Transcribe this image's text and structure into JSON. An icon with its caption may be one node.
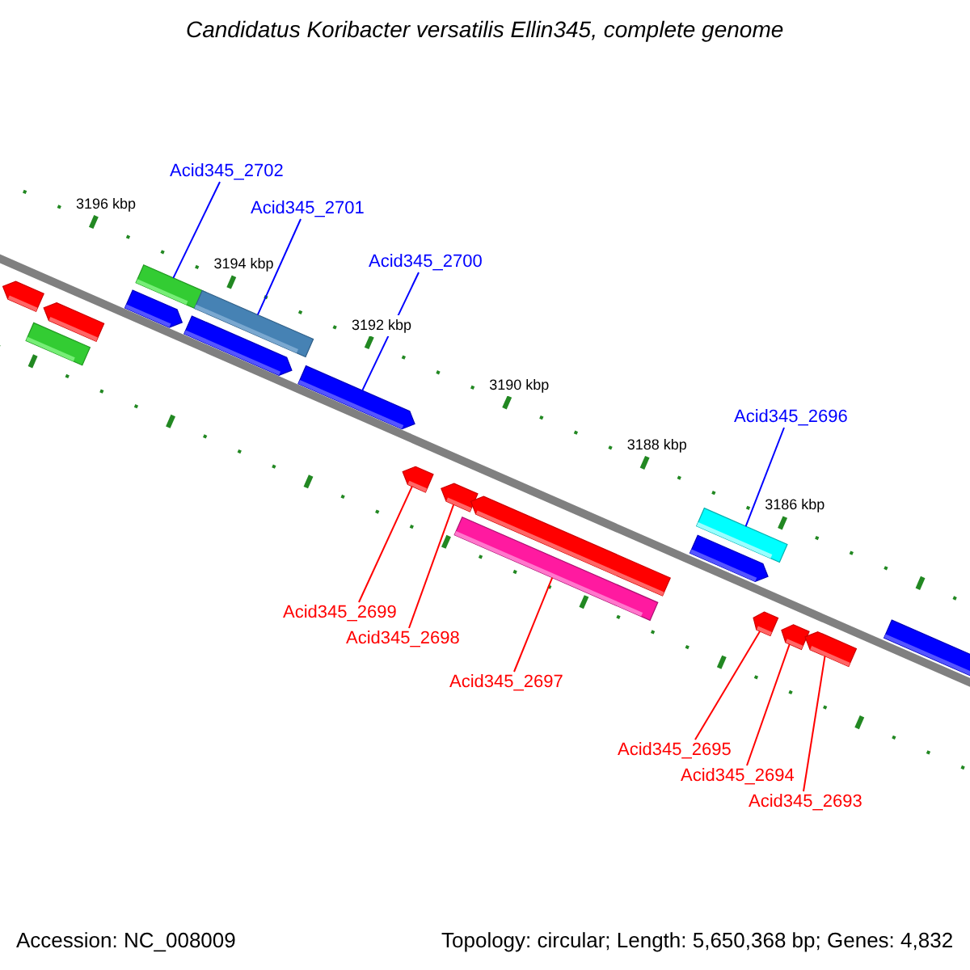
{
  "diagram": {
    "title": "Candidatus Koribacter versatilis Ellin345, complete genome",
    "nodes": [
      {
        "text": [],
        "shape": "bar"
      },
      {
        "text": [],
        "shape": "bar"
      },
      {
        "text": [],
        "shape": "bar"
      },
      {
        "text": [],
        "shape": "bar"
      },
      {
        "text": [],
        "shape": "bar"
      },
      {
        "text": [],
        "shape": "bar"
      },
      {
        "text": [],
        "shape": "bar"
      },
      {
        "text": [],
        "shape": "bar"
      },
      {
        "text": [],
        "shape": "bar"
      },
      {
        "text": [],
        "shape": "bar"
      },
      {
        "text": [],
        "shape": "bar"
      },
      {
        "text": [],
        "shape": "bar"
      },
      {
        "text": [],
        "shape": "bar"
      },
      {
        "text": [],
        "shape": "bar"
      },
      {
        "text": [],
        "shape": "bar"
      },
      {
        "text": [],
        "shape": "bar"
      },
      {
        "text": [],
        "shape": "bar"
      },
      {
        "text": [],
        "shape": "bar"
      },
      {
        "text": [
          "Acid345_2702"
        ]
      },
      {
        "text": [
          "Acid345_2701"
        ]
      },
      {
        "text": [
          "Acid345_2700"
        ]
      },
      {
        "text": [
          "Acid345_2696"
        ]
      },
      {
        "text": [
          "Acid345_2699"
        ]
      },
      {
        "text": [
          "Acid345_2698"
        ]
      },
      {
        "text": [
          "Acid345_2697"
        ]
      },
      {
        "text": [
          "Acid345_2695"
        ]
      },
      {
        "text": [
          "Acid345_2694"
        ]
      },
      {
        "text": [
          "Acid345_2693"
        ]
      }
    ],
    "edges": [
      {
        "from": 18,
        "to": 3,
        "arrow": "none",
        "color": "#0000ff"
      },
      {
        "from": 19,
        "to": 5,
        "arrow": "none",
        "color": "#0000ff"
      },
      {
        "from": 20,
        "to": 7,
        "arrow": "none",
        "color": "#0000ff"
      },
      {
        "from": 21,
        "to": 12,
        "arrow": "none",
        "color": "#0000ff"
      },
      {
        "from": 22,
        "to": 8,
        "arrow": "none"
      },
      {
        "from": 23,
        "to": 9,
        "arrow": "none"
      },
      {
        "from": 24,
        "to": 10,
        "arrow": "none"
      },
      {
        "from": 25,
        "to": 14,
        "arrow": "none"
      },
      {
        "from": 26,
        "to": 15,
        "arrow": "none"
      },
      {
        "from": 27,
        "to": 16,
        "arrow": "none"
      }
    ],
    "labels": [
      "3196 kbp",
      "3194 kbp",
      "3192 kbp",
      "3190 kbp",
      "3188 kbp",
      "3186 kbp",
      "Accession: NC_008009",
      "Topology: circular; Length: 5,650,368 bp; Genes: 4,832"
    ]
  }
}
